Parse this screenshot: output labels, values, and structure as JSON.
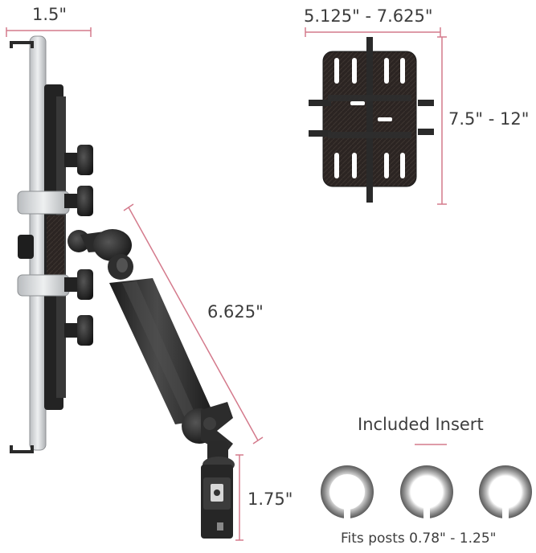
{
  "dimensions": {
    "clamp_depth": "1.5\"",
    "plate_width": "5.125\" - 7.625\"",
    "plate_height": "7.5\" - 12\"",
    "arm_length": "6.625\"",
    "clamp_height": "1.75\""
  },
  "insert": {
    "title": "Included Insert",
    "fit_note": "Fits posts 0.78\" - 1.25\""
  },
  "colors": {
    "dimension_line": "#d47a8c",
    "metal": "#2a2a2a",
    "silver": "#c9ccce",
    "text": "#3d3d3d"
  }
}
